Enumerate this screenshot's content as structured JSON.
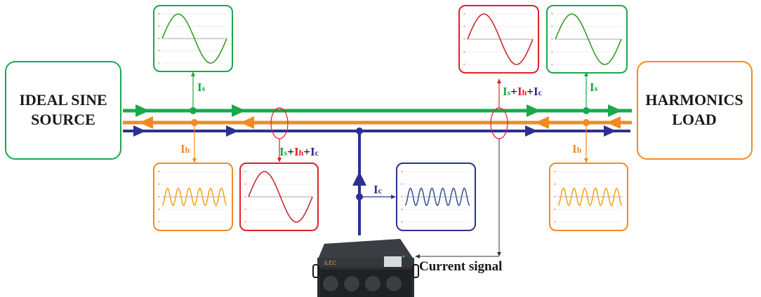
{
  "colors": {
    "source": "#1aa84b",
    "harmonic": "#f28a24",
    "compensation": "#2b3190",
    "sum": "#e0202a",
    "text": "#1a1a1a",
    "grid": "#e6e6e6",
    "axis": "#aaaaaa",
    "tick": "#f4a0a0",
    "wave_green": "#3a9a2a",
    "wave_red": "#cc2a2a",
    "wave_orange": "#f5a623",
    "wave_blue": "#3a5a9a"
  },
  "source_box": {
    "line1": "IDEAL SINE",
    "line2": "SOURCE"
  },
  "load_box": {
    "line1": "HARMONICS",
    "line2": "LOAD"
  },
  "labels": {
    "is_main": "I",
    "is_sub": "s",
    "ih_main": "I",
    "ih_sub": "h",
    "ic_main": "I",
    "ic_sub": "c",
    "plus": "+",
    "current_signal": "Current signal"
  },
  "device": {
    "brand": "iLEC",
    "name": "active-harmonic-filter"
  },
  "scopes": [
    {
      "id": "scope-is-left",
      "waveform": "fundamental",
      "cycles": 1,
      "color_key": "source"
    },
    {
      "id": "scope-ih-left",
      "waveform": "harmonic",
      "cycles": 6,
      "color_key": "harmonic"
    },
    {
      "id": "scope-sum-left",
      "waveform": "fundamental",
      "cycles": 1,
      "color_key": "sum"
    },
    {
      "id": "scope-ic",
      "waveform": "harmonic",
      "cycles": 6,
      "color_key": "compensation"
    },
    {
      "id": "scope-sum-right",
      "waveform": "fundamental",
      "cycles": 1,
      "color_key": "sum"
    },
    {
      "id": "scope-is-right",
      "waveform": "fundamental",
      "cycles": 1,
      "color_key": "source"
    },
    {
      "id": "scope-ih-right",
      "waveform": "harmonic",
      "cycles": 6,
      "color_key": "harmonic"
    }
  ]
}
